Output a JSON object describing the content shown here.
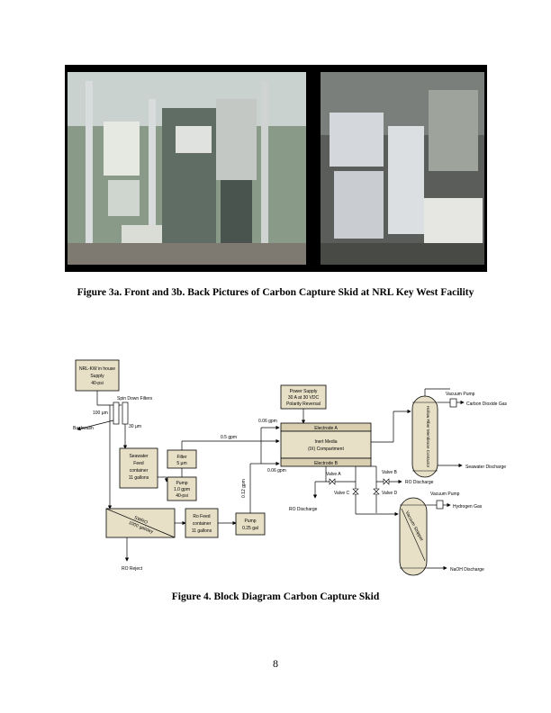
{
  "figure3": {
    "caption": "Figure 3a. Front and 3b. Back Pictures of Carbon Capture Skid at NRL Key West Facility"
  },
  "figure4": {
    "caption": "Figure 4.  Block Diagram Carbon Capture Skid",
    "supply": [
      "NRL-KW in house",
      "Supply",
      "40-psi"
    ],
    "spin_down_filters": "Spin Down Filters",
    "filter_100": "100 µm",
    "filter_30": "30 µm",
    "backwash": "Backwash",
    "seawater_feed": [
      "Seawater",
      "Feed",
      "container",
      "11 gallons"
    ],
    "filter_5": [
      "Filter",
      "5 µm"
    ],
    "pump_1": [
      "Pump",
      "1.0 gpm",
      "40-psi"
    ],
    "swro": [
      "SWRO",
      "1000 gal/day"
    ],
    "ro_reject": "RO Reject",
    "ro_feed": [
      "Ro Feed",
      "container",
      "11 gallons"
    ],
    "pump_2": [
      "Pump",
      "0.25 gal"
    ],
    "flow_012": "0.12 gpm",
    "flow_05": "0.5 gpm",
    "flow_006_top": "0.06 gpm",
    "flow_006_bottom": "0.06 gpm",
    "power_supply": [
      "Power Supply",
      "30 A at 30 VDC",
      "Polarity Reversal"
    ],
    "electrode_a": "Electrode A",
    "inert_media": [
      "Inert Media",
      "(IX) Compartment"
    ],
    "electrode_b": "Electrode B",
    "valve_a": "Valve A",
    "valve_b": "Valve B",
    "valve_c": "Valve C",
    "valve_d": "Valve D",
    "ro_discharge_left": "RO Discharge",
    "ro_discharge_right": "RO Discharge",
    "contactor": "Hollow Fiber Membrane Contactor",
    "vacuum_pump_top": "Vacuum Pump",
    "co2_gas": "Carbon Dioxide Gas",
    "seawater_discharge": "Seawater Discharge",
    "vacuum_pump_bottom": "Vacuum Pump",
    "hydrogen_gas": "Hydrogen Gas",
    "vacuum_stripper": "Vacuum Stripper",
    "naoh_discharge": "NaOH Discharge"
  },
  "page_number": "8"
}
